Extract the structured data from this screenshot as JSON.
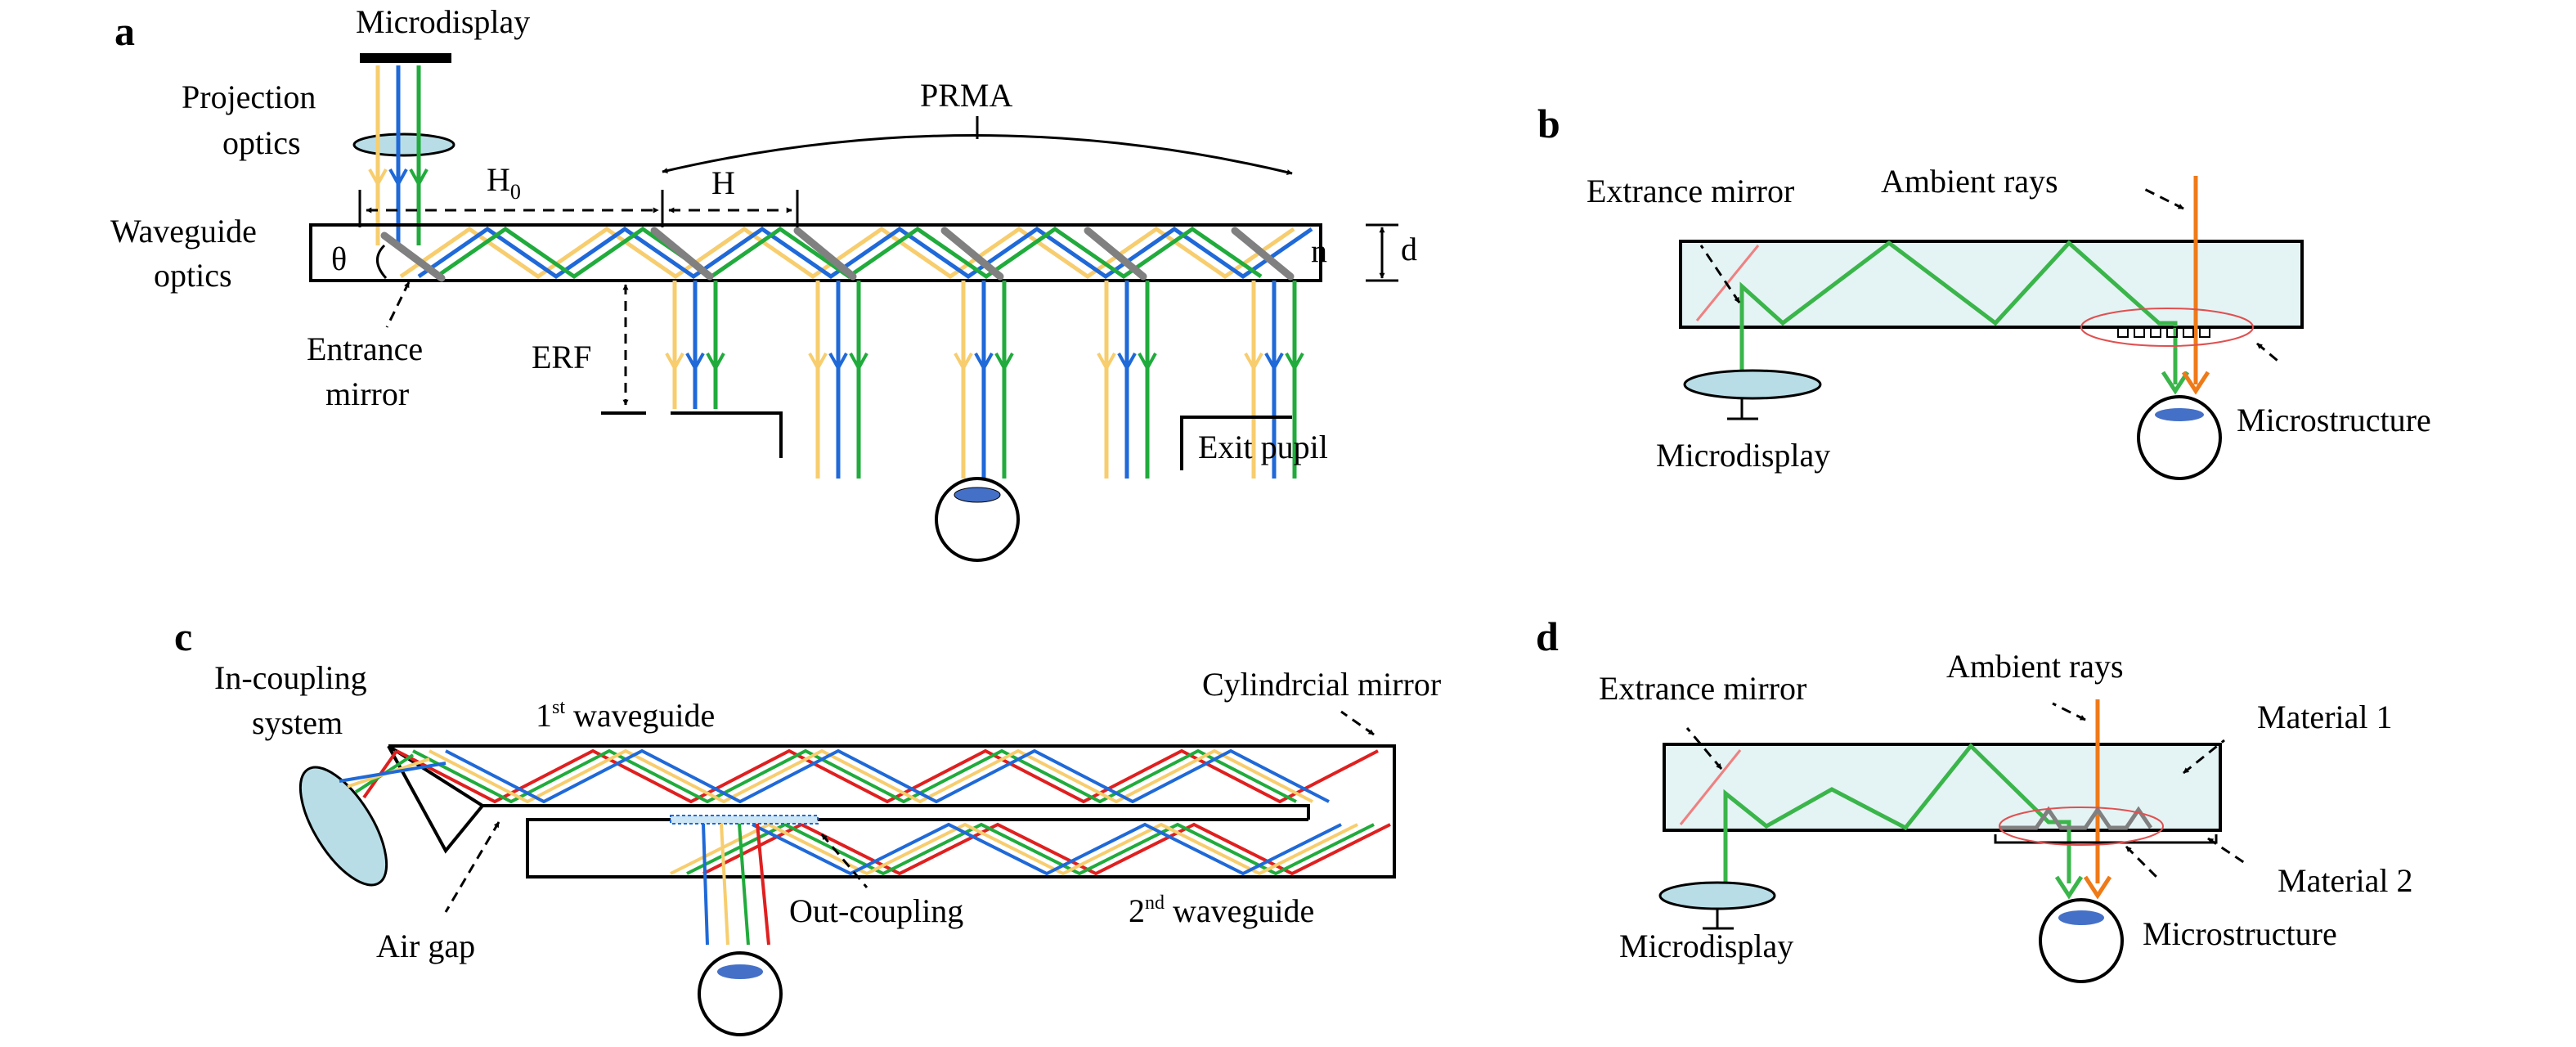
{
  "colors": {
    "yellow": "#f7cd6e",
    "blue": "#1f69d8",
    "green": "#20ab3c",
    "red": "#e01f1f",
    "gray": "#808080",
    "orange": "#ef7a18",
    "mirror_red": "#f08080",
    "glass": "#e4f3f4",
    "lens": "#b8dde6",
    "pupil": "#4470c8"
  },
  "icons": [
    "eye-icon",
    "lens-icon",
    "microdisplay-icon"
  ],
  "panel_a": {
    "letter": "a",
    "microdisplay": "Microdisplay",
    "projection_optics_1": "Projection",
    "projection_optics_2": "optics",
    "waveguide_optics_1": "Waveguide",
    "waveguide_optics_2": "optics",
    "theta": "θ",
    "h0": "H",
    "h0_sub": "0",
    "h": "H",
    "prma": "PRMA",
    "n": "n",
    "d": "d",
    "entrance_mirror_1": "Entrance",
    "entrance_mirror_2": "mirror",
    "erf": "ERF",
    "exit_pupil": "Exit pupil"
  },
  "panel_b": {
    "letter": "b",
    "extrance_mirror": "Extrance mirror",
    "ambient_rays": "Ambient rays",
    "microdisplay": "Microdisplay",
    "microstructure": "Microstructure"
  },
  "panel_c": {
    "letter": "c",
    "in_coupling_1": "In-coupling",
    "in_coupling_2": "system",
    "first_wg_num": "1",
    "first_wg_sup": "st",
    "first_wg_rest": " waveguide",
    "cyl_mirror": "Cylindrcial mirror",
    "air_gap": "Air gap",
    "out_coupling": "Out-coupling",
    "second_wg_num": "2",
    "second_wg_sup": "nd",
    "second_wg_rest": " waveguide"
  },
  "panel_d": {
    "letter": "d",
    "extrance_mirror": "Extrance mirror",
    "ambient_rays": "Ambient rays",
    "material_1": "Material 1",
    "material_2": "Material 2",
    "microdisplay": "Microdisplay",
    "microstructure": "Microstructure"
  }
}
